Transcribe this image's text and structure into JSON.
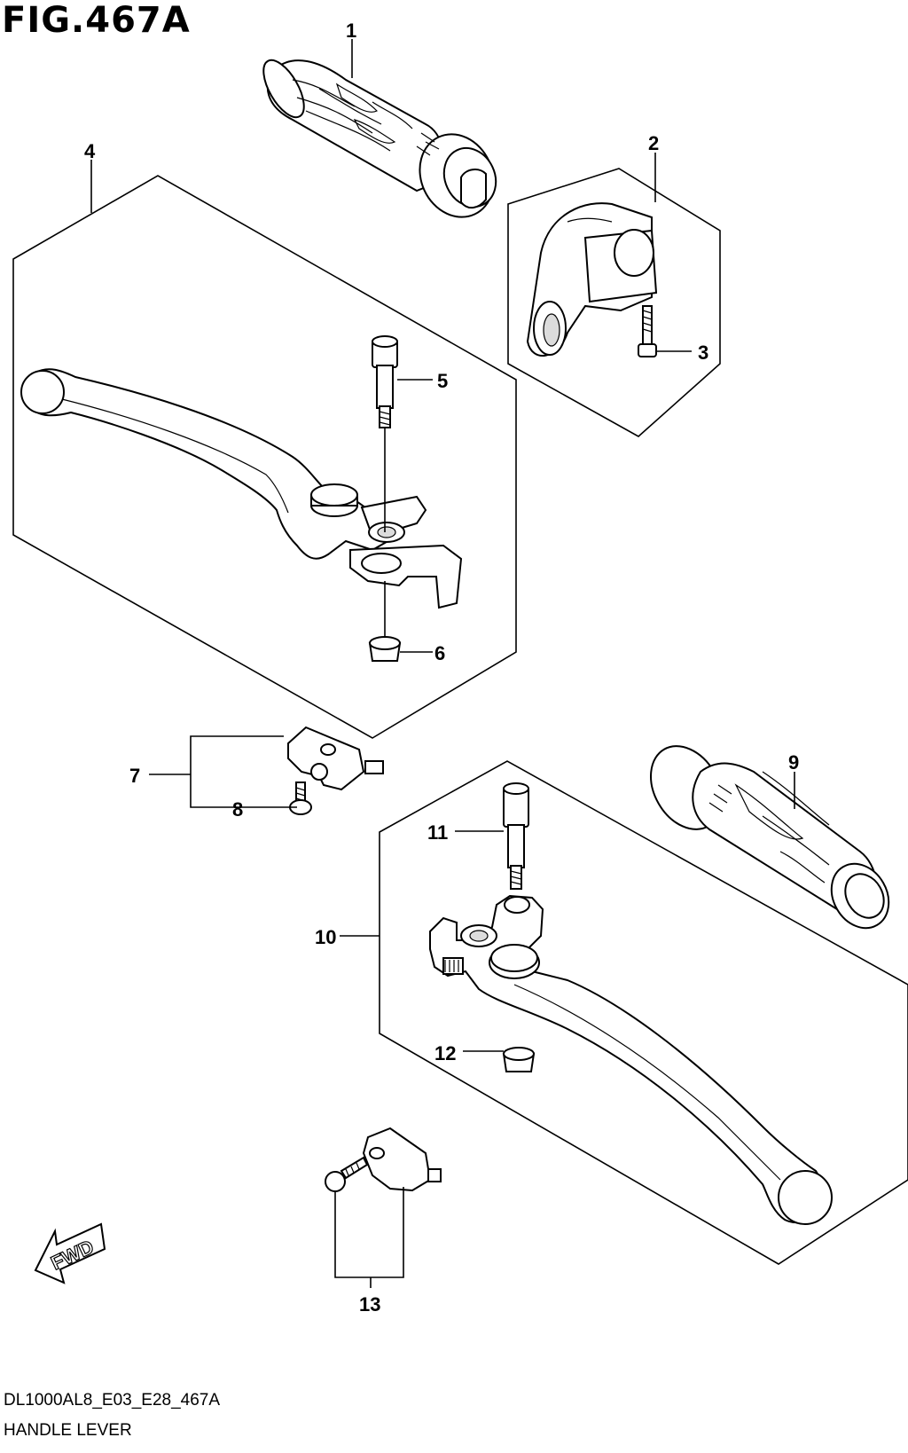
{
  "figure": {
    "title": "FIG.467A",
    "code": "DL1000AL8_E03_E28_467A",
    "name": "HANDLE LEVER",
    "direction_label": "FWD"
  },
  "callouts": [
    {
      "id": "1",
      "label": "1"
    },
    {
      "id": "2",
      "label": "2"
    },
    {
      "id": "3",
      "label": "3"
    },
    {
      "id": "4",
      "label": "4"
    },
    {
      "id": "5",
      "label": "5"
    },
    {
      "id": "6",
      "label": "6"
    },
    {
      "id": "7",
      "label": "7"
    },
    {
      "id": "8",
      "label": "8"
    },
    {
      "id": "9",
      "label": "9"
    },
    {
      "id": "10",
      "label": "10"
    },
    {
      "id": "11",
      "label": "11"
    },
    {
      "id": "12",
      "label": "12"
    },
    {
      "id": "13",
      "label": "13"
    }
  ]
}
